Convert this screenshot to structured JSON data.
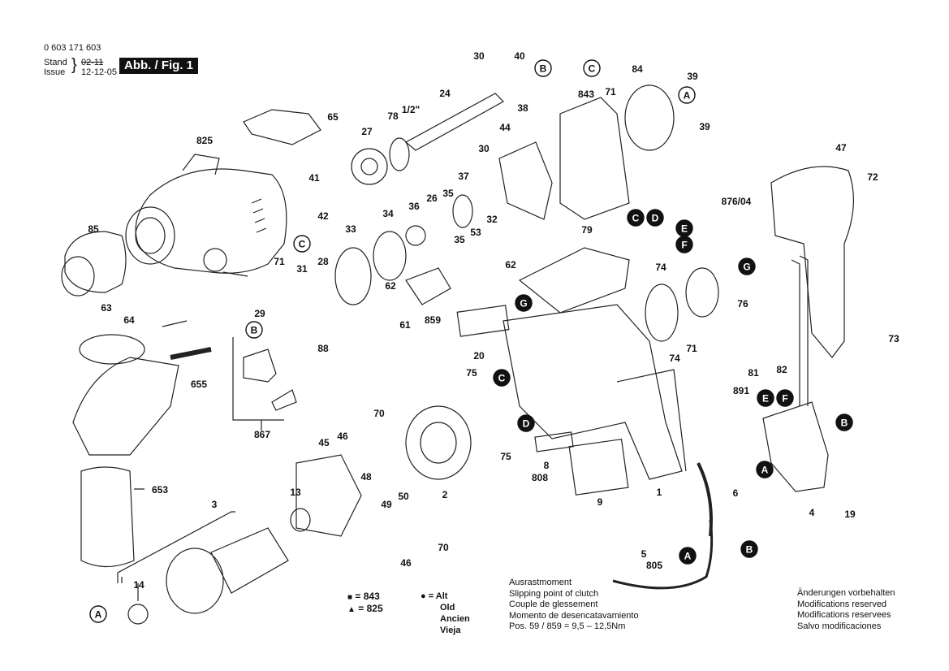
{
  "header": {
    "part_number": "0 603 171 603",
    "stand_label": "Stand",
    "issue_label": "Issue",
    "old_date": "02-11",
    "date": "12-12-05",
    "figure_label": "Abb. / Fig. 1"
  },
  "callouts": [
    {
      "id": "c-A-top",
      "letter": "A",
      "style": "outline"
    },
    {
      "id": "c-B-top",
      "letter": "B",
      "style": "outline"
    },
    {
      "id": "c-C-top",
      "letter": "C",
      "style": "outline"
    },
    {
      "id": "c-C-mid",
      "letter": "C",
      "style": "outline"
    },
    {
      "id": "c-B-left",
      "letter": "B",
      "style": "outline"
    },
    {
      "id": "c-C-field",
      "letter": "C",
      "style": "filled"
    },
    {
      "id": "c-D-top",
      "letter": "D",
      "style": "filled"
    },
    {
      "id": "c-C-top2",
      "letter": "C",
      "style": "filled"
    },
    {
      "id": "c-E-top",
      "letter": "E",
      "style": "filled"
    },
    {
      "id": "c-F-top",
      "letter": "F",
      "style": "filled"
    },
    {
      "id": "c-G-top",
      "letter": "G",
      "style": "filled"
    },
    {
      "id": "c-G-left",
      "letter": "G",
      "style": "filled"
    },
    {
      "id": "c-D-field",
      "letter": "D",
      "style": "filled"
    },
    {
      "id": "c-E-sw",
      "letter": "E",
      "style": "filled"
    },
    {
      "id": "c-F-sw",
      "letter": "F",
      "style": "filled"
    },
    {
      "id": "c-B-sw",
      "letter": "B",
      "style": "filled"
    },
    {
      "id": "c-A-sw",
      "letter": "A",
      "style": "filled"
    },
    {
      "id": "c-A-cable",
      "letter": "A",
      "style": "filled"
    },
    {
      "id": "c-B-cable",
      "letter": "B",
      "style": "filled"
    },
    {
      "id": "c-A-arm",
      "letter": "A",
      "style": "outline"
    }
  ],
  "part_labels": [
    "30",
    "40",
    "38",
    "24",
    "1/2\"",
    "78",
    "27",
    "65",
    "825",
    "41",
    "42",
    "85",
    "71",
    "31",
    "28",
    "33",
    "34",
    "36",
    "26",
    "35",
    "37",
    "44",
    "30",
    "843",
    "71",
    "84",
    "39",
    "39",
    "47",
    "72",
    "876/04",
    "79",
    "53",
    "32",
    "35",
    "62",
    "62",
    "61",
    "859",
    "20",
    "74",
    "74",
    "76",
    "71",
    "81",
    "82",
    "88",
    "29",
    "63",
    "64",
    "655",
    "867",
    "75",
    "75",
    "70",
    "46",
    "45",
    "48",
    "49",
    "50",
    "2",
    "8",
    "808",
    "9",
    "1",
    "891",
    "6",
    "4",
    "19",
    "73",
    "13",
    "3",
    "14",
    "46",
    "70",
    "653",
    "5",
    "805"
  ],
  "legend": {
    "square_symbol": "■",
    "triangle_symbol": "▲",
    "square_value": "= 843",
    "triangle_value": "= 825",
    "dot_symbol": "●",
    "dot_alt": "= Alt",
    "dot_old": "Old",
    "dot_ancien": "Ancien",
    "dot_vieja": "Vieja"
  },
  "clutch_note": {
    "de": "Ausrastmoment",
    "en": "Slipping point of clutch",
    "fr": "Couple de glessement",
    "es": "Momento de desencatavamiento",
    "spec": "Pos.  59 / 859  =  9,5 – 12,5Nm"
  },
  "modifications_note": {
    "de": "Änderungen vorbehalten",
    "en": "Modifications reserved",
    "fr": "Modifications reservees",
    "es": "Salvo modificaciones"
  }
}
